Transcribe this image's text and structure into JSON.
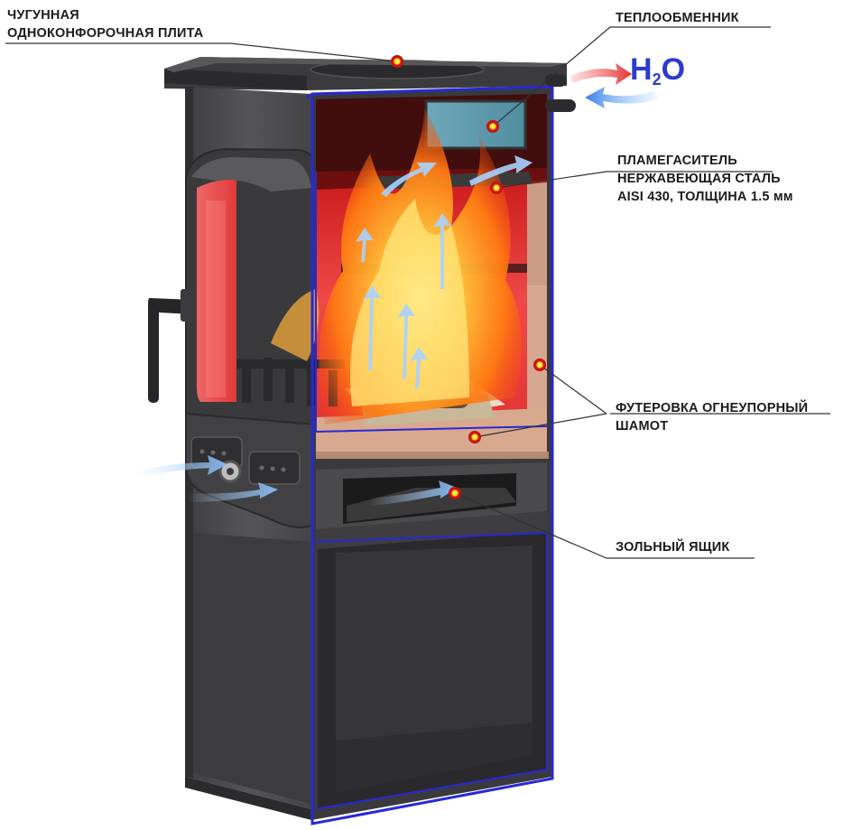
{
  "labels": {
    "cooktop": [
      "ЧУГУННАЯ",
      "ОДНОКОНФОРОЧНАЯ ПЛИТА"
    ],
    "heat_exchanger": "ТЕПЛООБМЕННИК",
    "baffle": [
      "ПЛАМЕГАСИТЕЛЬ",
      "НЕРЖАВЕЮЩАЯ СТАЛЬ",
      "AISI 430, ТОЛЩИНА 1.5 мм"
    ],
    "lining": [
      "ФУТЕРОВКА ОГНЕУПОРНЫЙ",
      "ШАМОТ"
    ],
    "ash_box": "ЗОЛЬНЫЙ ЯЩИК"
  },
  "water": {
    "symbol": "H",
    "subscript": "2",
    "tail": "O"
  },
  "colors": {
    "body": "#4b4b4d",
    "body_dark": "#2e2e30",
    "cut_edge": "#2828d8",
    "fire_chamber": "#ef4040",
    "firebrick": "#d9a98f",
    "marker": "#e31b1b",
    "marker_core": "#f6e21a",
    "water_text": "#2b3bd0"
  },
  "icons": [
    "marker-dot-icon",
    "airflow-arrow-icon",
    "hot-water-arrow-icon",
    "cold-water-arrow-icon"
  ]
}
